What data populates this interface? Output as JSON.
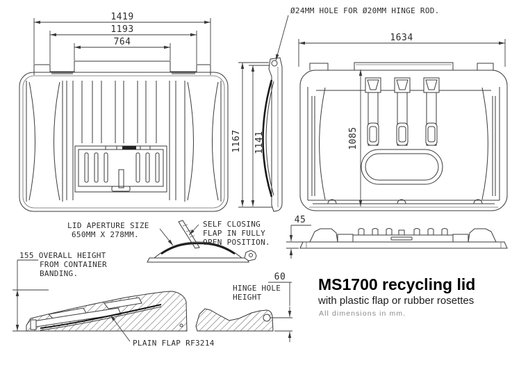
{
  "dims": {
    "front_outer_width": "1419",
    "front_mid_width": "1193",
    "front_inner_width": "764",
    "rear_width": "1634",
    "side_height_outer": "1167",
    "side_height_inner": "1141",
    "rear_panel_height": "1085",
    "banding_step_height": "45",
    "hinge_hole_height": "60"
  },
  "notes": {
    "hinge_rod": "Ø24MM HOLE FOR Ø20MM HINGE ROD.",
    "aperture_1": "LID APERTURE SIZE",
    "aperture_2": "650MM X 278MM.",
    "flap_1": "SELF CLOSING",
    "flap_2": "FLAP IN FULLY",
    "flap_3": "OPEN POSITION.",
    "overall_height_1": "155 OVERALL HEIGHT",
    "overall_height_2": "FROM CONTAINER",
    "overall_height_3": "BANDING.",
    "hinge_hole_1": "HINGE HOLE",
    "hinge_hole_2": "HEIGHT",
    "plain_flap": "PLAIN FLAP RF3214"
  },
  "title_block": {
    "title": "MS1700 recycling lid",
    "subtitle": "with plastic flap or rubber rosettes",
    "note": "All dimensions in mm."
  },
  "colors": {
    "line": "#3a3a3a",
    "text": "#2b2b2b",
    "title": "#000000",
    "note_grey": "#8a8a8a",
    "background": "#ffffff"
  }
}
